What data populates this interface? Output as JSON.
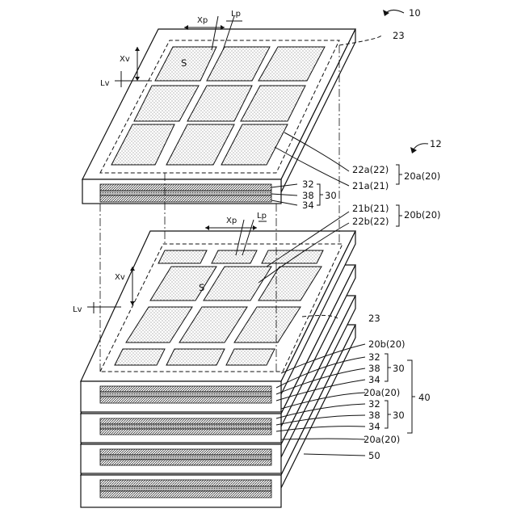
{
  "labels": {
    "device": "10",
    "layered": "12",
    "l23_top": "23",
    "l23_mid": "23",
    "xp_top": "Xp",
    "lp_top": "Lp",
    "xv_top": "Xv",
    "lv_top": "Lv",
    "s_top": "S",
    "xp_bot": "Xp",
    "lp_bot": "Lp",
    "xv_bot": "Xv",
    "lv_bot": "Lv",
    "s_bot": "S",
    "l22a": "22a(22)",
    "l21a": "21a(21)",
    "l20a_top": "20a(20)",
    "l32_top": "32",
    "l38_top": "38",
    "l34_top": "34",
    "l30_top": "30",
    "l21b": "21b(21)",
    "l22b": "22b(22)",
    "l20b_top": "20b(20)",
    "l20b_mid": "20b(20)",
    "l32_a": "32",
    "l38_a": "38",
    "l34_a": "34",
    "l30_a": "30",
    "l20a_mid": "20a(20)",
    "l32_b": "32",
    "l38_b": "38",
    "l34_b": "34",
    "l30_b": "30",
    "l20a_bot": "20a(20)",
    "l40": "40",
    "l50": "50"
  }
}
